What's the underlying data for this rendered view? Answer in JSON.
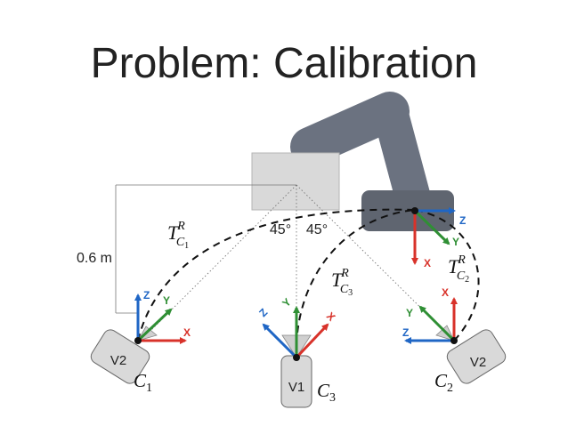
{
  "title": "Problem: Calibration",
  "distance_label": "0.6 m",
  "angles": {
    "left": "45°",
    "right": "45°"
  },
  "cameras": {
    "left": {
      "name": "V2",
      "symbol": "C",
      "index": "1"
    },
    "center": {
      "name": "V1",
      "symbol": "C",
      "index": "3"
    },
    "right": {
      "name": "V2",
      "symbol": "C",
      "index": "2"
    }
  },
  "transforms": {
    "t1": {
      "base": "T",
      "sup": "R",
      "sub": "C",
      "subsub": "1"
    },
    "t2": {
      "base": "T",
      "sup": "R",
      "sub": "C",
      "subsub": "2"
    },
    "t3": {
      "base": "T",
      "sup": "R",
      "sub": "C",
      "subsub": "3"
    }
  },
  "axes": {
    "x": "X",
    "y": "Y",
    "z": "Z"
  },
  "colors": {
    "x_axis": "#d8322a",
    "y_axis": "#2f8f34",
    "z_axis": "#1f66c5",
    "robot": "#6b7280",
    "robot_dark": "#5a606b",
    "camera_body": "#d9d9d9",
    "text": "#222222"
  }
}
